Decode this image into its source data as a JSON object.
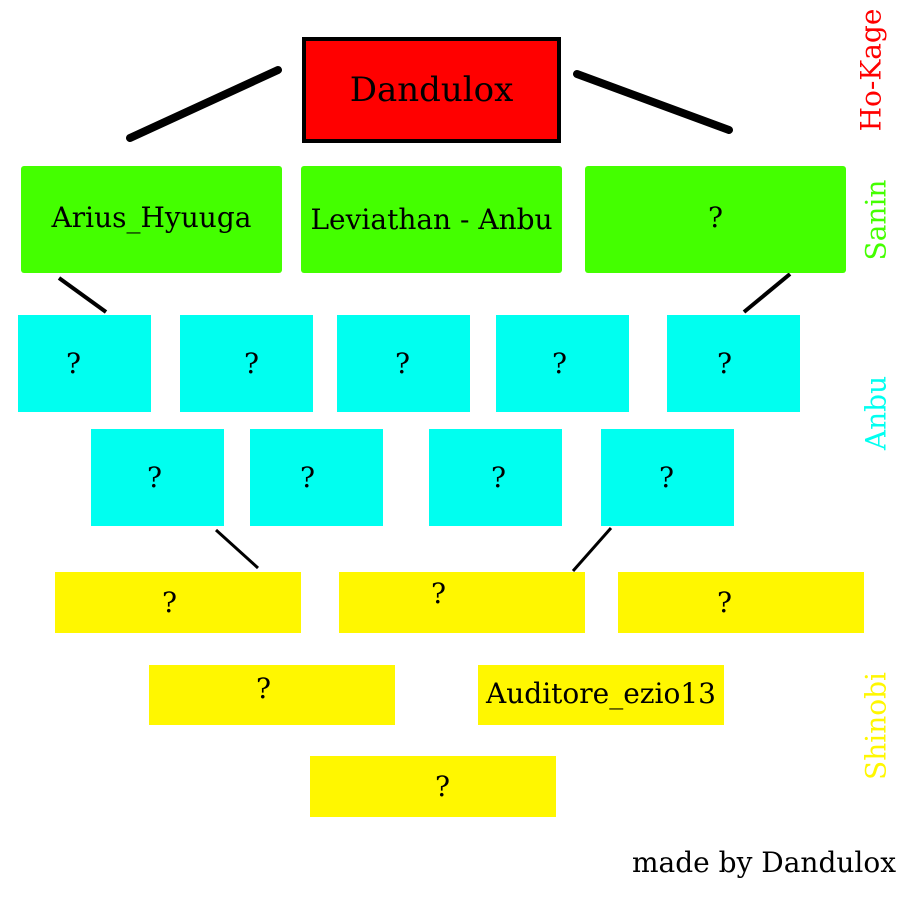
{
  "diagram": {
    "leader": "Dandulox",
    "sanin": [
      "Arius_Hyuuga",
      "Leviathan - Anbu",
      "?"
    ],
    "anbu_row1": [
      "?",
      "?",
      "?",
      "?",
      "?"
    ],
    "anbu_row2": [
      "?",
      "?",
      "?",
      "?"
    ],
    "shinobi_row1": [
      "?",
      "?",
      "?"
    ],
    "shinobi_row2": [
      "?",
      "Auditore_ezio13"
    ],
    "shinobi_row3": [
      "?"
    ]
  },
  "rank_labels": {
    "hokage": "Ho-Kage",
    "sanin": "Sanin",
    "anbu": "Anbu",
    "shinobi": "Shinobi"
  },
  "credit": "made by Dandulox",
  "colors": {
    "hokage": "#ff0000",
    "sanin": "#44ff00",
    "anbu": "#00fff0",
    "shinobi": "#fff700"
  }
}
